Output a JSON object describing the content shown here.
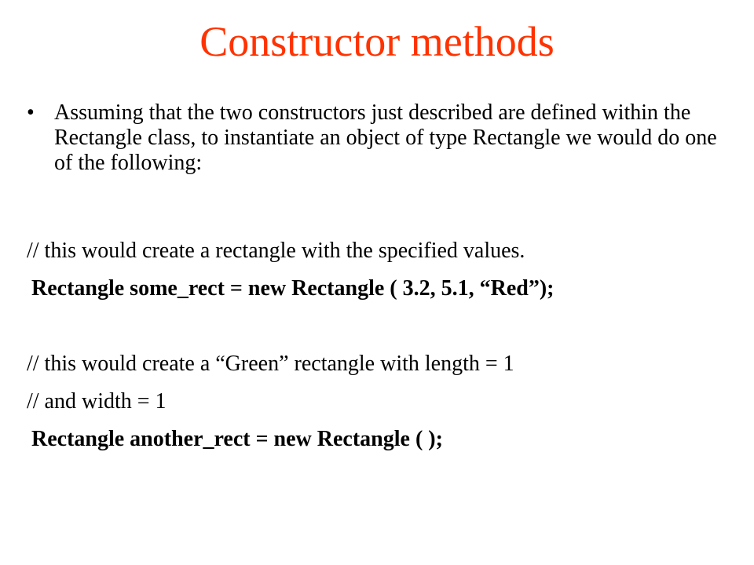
{
  "slide": {
    "title": "Constructor methods",
    "title_color": "#ff3300",
    "bullet_mark": "•",
    "bullet_text": "Assuming that the two constructors just described are defined within the Rectangle class, to instantiate an object of type Rectangle we would do one of the following:",
    "comment_1": "// this would create a rectangle with the specified values.",
    "code_1": "Rectangle some_rect = new Rectangle ( 3.2, 5.1, “Red”);",
    "comment_2": "// this would create a “Green” rectangle with length = 1",
    "comment_3": "// and width = 1",
    "code_2": "Rectangle another_rect = new Rectangle ( );"
  }
}
